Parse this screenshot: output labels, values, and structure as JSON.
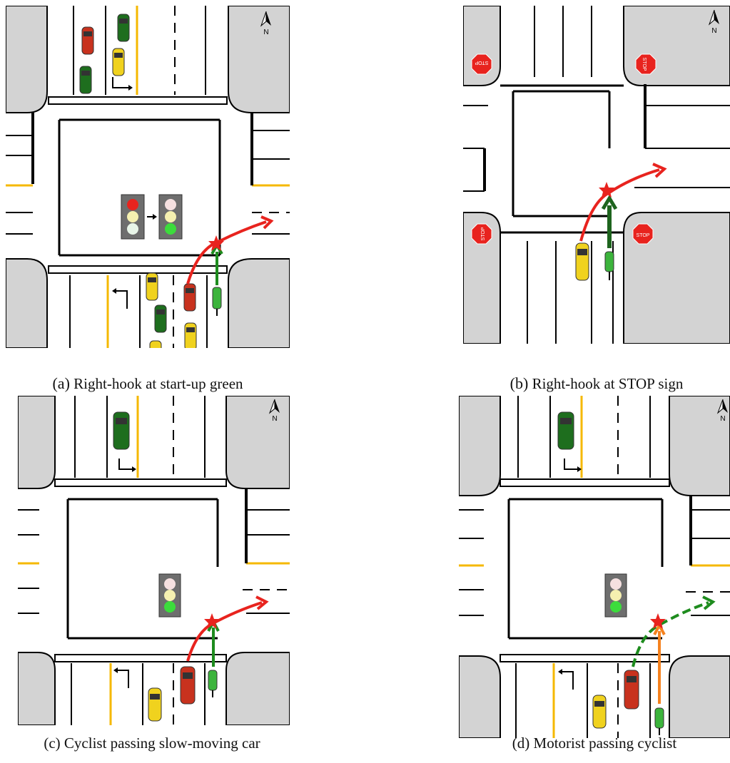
{
  "panels": [
    {
      "id": "a",
      "letter": "(a)",
      "caption": "Right-hook at start-up green",
      "compass": "N",
      "signal_from": "red",
      "signal_to": "green"
    },
    {
      "id": "b",
      "letter": "(b)",
      "caption": "Right-hook at STOP sign",
      "compass": "N",
      "stop_label": "STOP"
    },
    {
      "id": "c",
      "letter": "(c)",
      "caption": "Cyclist passing slow-moving car",
      "compass": "N",
      "signal": "green"
    },
    {
      "id": "d",
      "letter": "(d)",
      "caption": "Motorist passing cyclist",
      "compass": "N",
      "signal": "green"
    }
  ],
  "colors": {
    "sidewalk": "#d3d3d3",
    "road": "#ffffff",
    "lane_line": "#000000",
    "center_line": "#f5b800",
    "car_red": "#c8321e",
    "car_green": "#1e6e1e",
    "car_yellow": "#f0d21e",
    "cyclist": "#3cb43c",
    "path_red": "#e8231e",
    "path_green": "#1e8c1e",
    "path_orange": "#f5821e",
    "crash": "#e8231e",
    "stop_sign": "#e8231e",
    "signal_housing": "#6e6e6e"
  }
}
